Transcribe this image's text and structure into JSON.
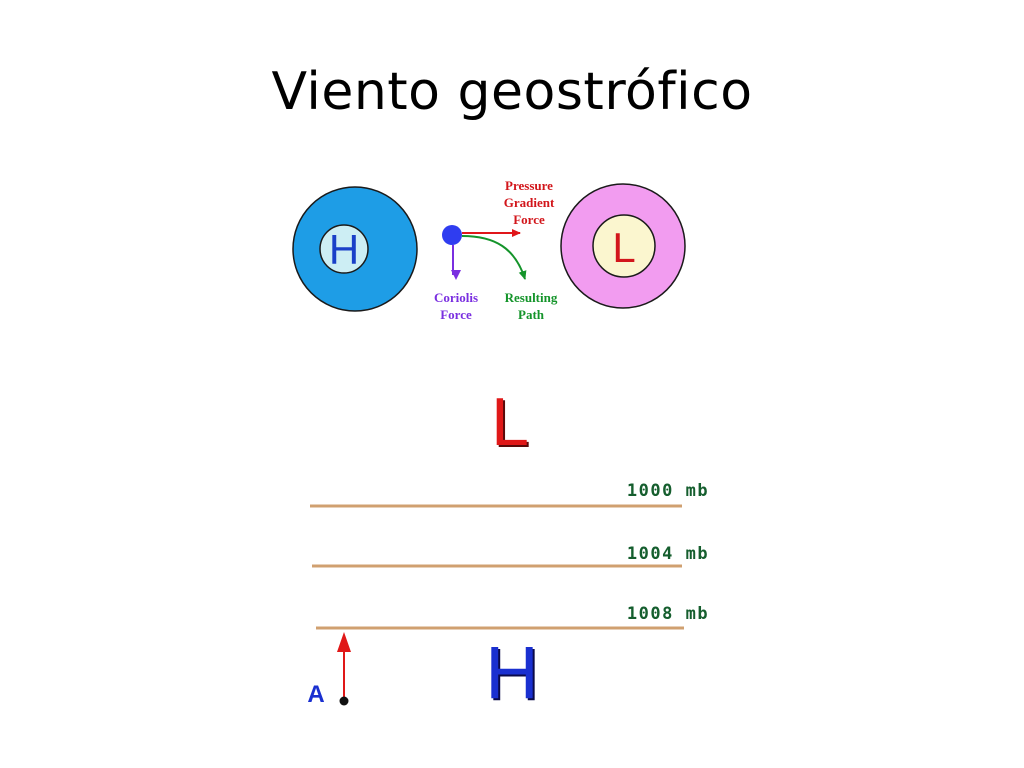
{
  "slide": {
    "title": "Viento geostrófico"
  },
  "top_diagram": {
    "high_label": "H",
    "low_label": "L",
    "pressure_gradient_force": [
      "Pressure",
      "Gradient",
      "Force"
    ],
    "coriolis_force": [
      "Coriolis",
      "Force"
    ],
    "resulting_path": [
      "Resulting",
      "Path"
    ],
    "colors": {
      "high_outer": "#1e9de6",
      "high_inner": "#cdeef4",
      "high_letter": "#1a40c8",
      "low_outer": "#f29cf0",
      "low_inner": "#fbf6cf",
      "low_letter": "#d2161b",
      "parcel": "#2f3df0",
      "pgf_arrow": "#e0161a",
      "coriolis_arrow": "#7a2fe0",
      "path_arrow": "#14942a"
    }
  },
  "bottom_diagram": {
    "low_label": "L",
    "high_label": "H",
    "parcel_label": "A",
    "isobars": [
      {
        "label": "1000 mb"
      },
      {
        "label": "1004 mb"
      },
      {
        "label": "1008 mb"
      }
    ],
    "colors": {
      "isobar": "#d0a070",
      "isobar_label": "#155e2e",
      "low_letter": "#e01818",
      "high_letter": "#1a30d0",
      "arrow": "#e01818",
      "parcel_label": "#1a30d0"
    }
  }
}
